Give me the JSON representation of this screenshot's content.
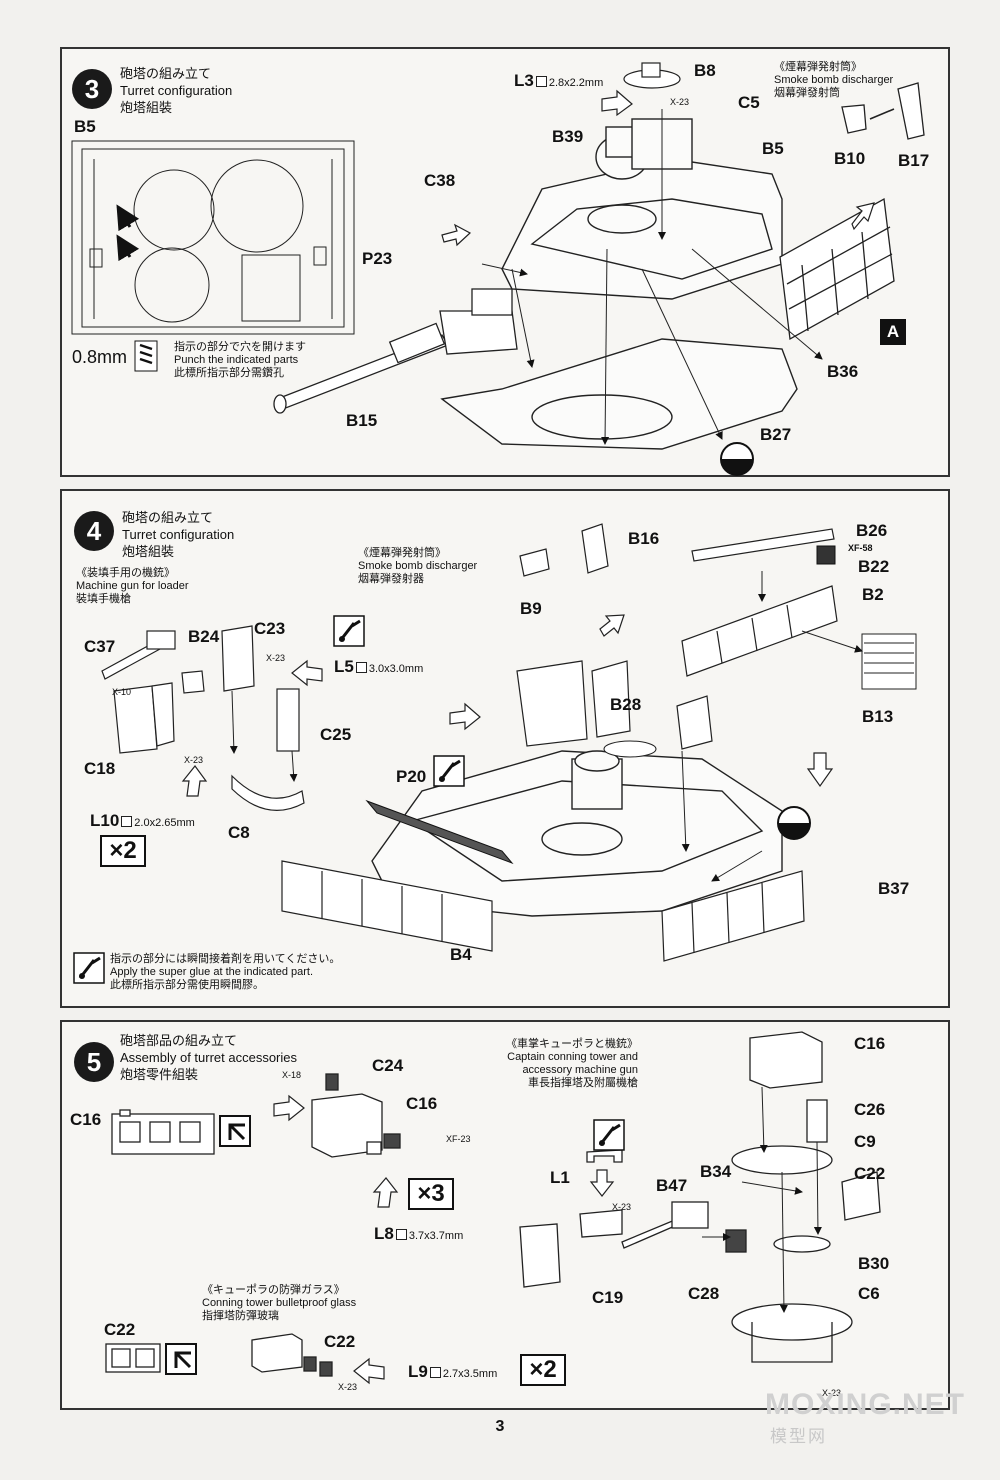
{
  "page_number": "3",
  "watermark": {
    "site": "MOXING.NET",
    "cn": "模型网"
  },
  "step3": {
    "number": "3",
    "title_jp": "砲塔の組み立て",
    "title_en": "Turret configuration",
    "title_cn": "炮塔組裝",
    "inset_label": "B5",
    "drill_size": "0.8mm",
    "drill_jp": "指示の部分で穴を開けます",
    "drill_en": "Punch the indicated parts",
    "drill_cn": "此標所指示部分需鑽孔",
    "smoke_jp": "《煙幕弾発射筒》",
    "smoke_en": "Smoke bomb discharger",
    "smoke_cn": "烟幕弾發射筒",
    "l3_label": "L3",
    "l3_size": "2.8x2.2mm",
    "x23": "X-23",
    "parts": {
      "b8": "B8",
      "c5": "C5",
      "b39": "B39",
      "b5": "B5",
      "c38": "C38",
      "p23": "P23",
      "b15": "B15",
      "b36": "B36",
      "b27": "B27",
      "b10": "B10",
      "b17": "B17",
      "a": "A"
    }
  },
  "step4": {
    "number": "4",
    "title_jp": "砲塔の組み立て",
    "title_en": "Turret configuration",
    "title_cn": "炮塔組裝",
    "mg_jp": "《装填手用の機銃》",
    "mg_en": "Machine gun for loader",
    "mg_cn": "裝填手機槍",
    "smoke_jp": "《煙幕弾発射筒》",
    "smoke_en": "Smoke bomb discharger",
    "smoke_cn": "烟幕弾發射器",
    "l5_label": "L5",
    "l5_size": "3.0x3.0mm",
    "l10_label": "L10",
    "l10_size": "2.0x2.65mm",
    "times2": "×2",
    "x10": "X-10",
    "x23a": "X-23",
    "x23b": "X-23",
    "xf58": "XF-58",
    "glue_jp": "指示の部分には瞬間接着剤を用いてください。",
    "glue_en": "Apply the super glue at the indicated part.",
    "glue_cn": "此標所指示部分需使用瞬間膠。",
    "parts": {
      "b16": "B16",
      "b9": "B9",
      "b26": "B26",
      "b22": "B22",
      "b2": "B2",
      "b13": "B13",
      "c37": "C37",
      "b24": "B24",
      "c23": "C23",
      "c25": "C25",
      "c18": "C18",
      "c8": "C8",
      "b28": "B28",
      "p20": "P20",
      "b37": "B37",
      "b4": "B4"
    }
  },
  "step5": {
    "number": "5",
    "title_jp": "砲塔部品の組み立て",
    "title_en": "Assembly of turret accessories",
    "title_cn": "炮塔零件組裝",
    "ct_jp": "《車掌キューポラと機銃》",
    "ct_en1": "Captain conning tower and",
    "ct_en2": "accessory machine gun",
    "ct_cn": "車長指揮塔及附屬機槍",
    "glass_jp": "《キューポラの防弾ガラス》",
    "glass_en": "Conning tower bulletproof glass",
    "glass_cn": "指揮塔防彈玻璃",
    "x18": "X-18",
    "xf23": "XF-23",
    "x23a": "X-23",
    "x23b": "X-23",
    "x23c": "X-23",
    "times3": "×3",
    "times2": "×2",
    "l8_label": "L8",
    "l8_size": "3.7x3.7mm",
    "l9_label": "L9",
    "l9_size": "2.7x3.5mm",
    "l1_label": "L1",
    "parts": {
      "c16a": "C16",
      "c24": "C24",
      "c16b": "C16",
      "c22a": "C22",
      "c22b": "C22",
      "c16c": "C16",
      "c26": "C26",
      "c9": "C9",
      "c22c": "C22",
      "b34": "B34",
      "b47": "B47",
      "b30": "B30",
      "c28": "C28",
      "c19": "C19",
      "c6": "C6"
    }
  }
}
